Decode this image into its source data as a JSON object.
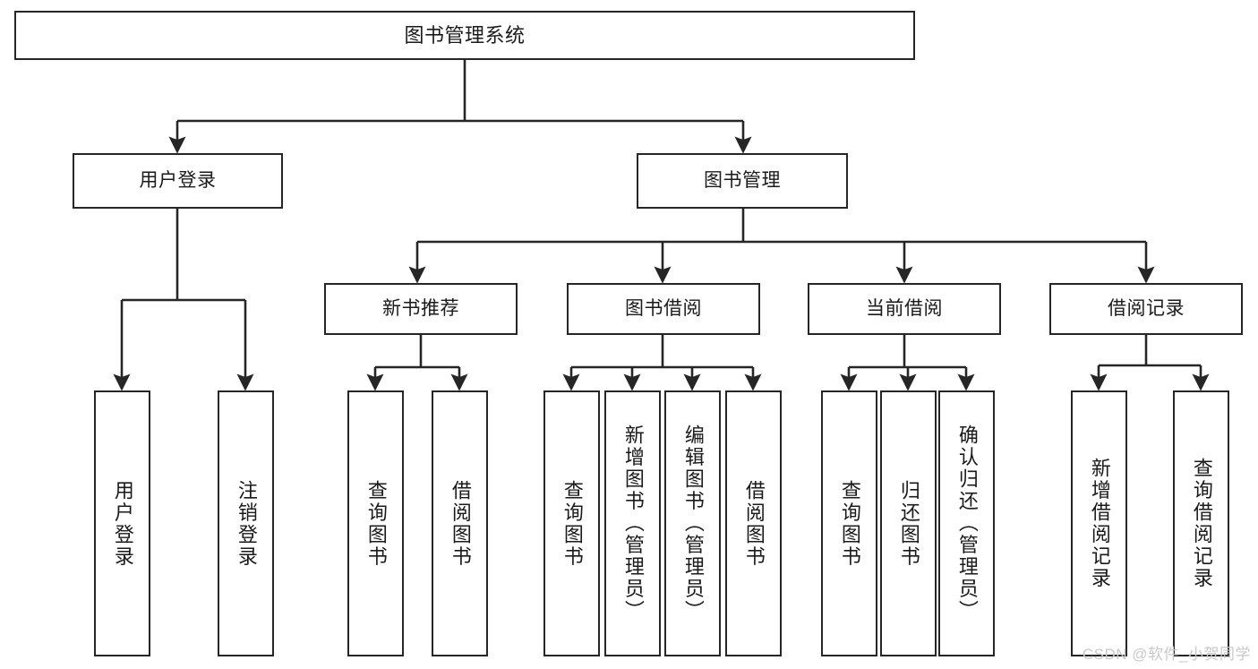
{
  "diagram": {
    "title": "图书管理系统",
    "type": "tree-hierarchy-chart",
    "orientation": "top-down",
    "levels": 4,
    "root": {
      "id": "root",
      "label": "图书管理系统"
    },
    "level2": [
      {
        "id": "user-login",
        "label": "用户登录"
      },
      {
        "id": "book-management",
        "label": "图书管理"
      }
    ],
    "level3": [
      {
        "id": "new-book-recommend",
        "label": "新书推荐"
      },
      {
        "id": "book-borrow",
        "label": "图书借阅"
      },
      {
        "id": "current-borrow",
        "label": "当前借阅"
      },
      {
        "id": "borrow-record",
        "label": "借阅记录"
      }
    ],
    "leaves": {
      "user_login": [
        {
          "id": "leaf-user-login",
          "label": "用户登录"
        },
        {
          "id": "leaf-logout",
          "label": "注销登录"
        }
      ],
      "new_book_recommend": [
        {
          "id": "leaf-query-book-1",
          "label": "查询图书"
        },
        {
          "id": "leaf-borrow-book-1",
          "label": "借阅图书"
        }
      ],
      "book_borrow": [
        {
          "id": "leaf-query-book-2",
          "label": "查询图书"
        },
        {
          "id": "leaf-add-book",
          "label": "新增图书（管理员）"
        },
        {
          "id": "leaf-edit-book",
          "label": "编辑图书（管理员）"
        },
        {
          "id": "leaf-borrow-book-2",
          "label": "借阅图书"
        }
      ],
      "current_borrow": [
        {
          "id": "leaf-query-book-3",
          "label": "查询图书"
        },
        {
          "id": "leaf-return-book",
          "label": "归还图书"
        },
        {
          "id": "leaf-confirm-return",
          "label": "确认归还（管理员）"
        }
      ],
      "borrow_record": [
        {
          "id": "leaf-add-record",
          "label": "新增借阅记录"
        },
        {
          "id": "leaf-query-record",
          "label": "查询借阅记录"
        }
      ]
    }
  },
  "watermark": {
    "text": "CSDN @软件_小贺同学"
  },
  "colors": {
    "stroke": "#262626",
    "fill": "#ffffff",
    "text": "#1a1a1a",
    "watermark": "#c9c9c9"
  }
}
